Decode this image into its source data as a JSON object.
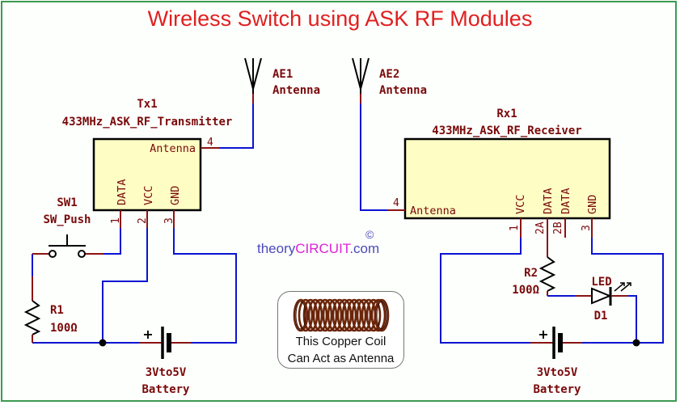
{
  "title": "Wireless Switch using ASK RF Modules",
  "colors": {
    "title": "#e02020",
    "wire": "#0a14d0",
    "lead": "#8a1414",
    "label": "#7a0a0a",
    "module_fill": "#fdfdc4",
    "frame": "#3c9a52",
    "watermark": "#4a4aba",
    "watermark_brand": "#e020d8"
  },
  "transmitter_side": {
    "antenna": {
      "ref": "AE1",
      "value": "Antenna"
    },
    "module": {
      "ref": "Tx1",
      "value": "433MHz_ASK_RF_Transmitter",
      "pins": [
        {
          "number": "4",
          "name": "Antenna"
        },
        {
          "number": "1",
          "name": "DATA"
        },
        {
          "number": "2",
          "name": "VCC"
        },
        {
          "number": "3",
          "name": "GND"
        }
      ]
    },
    "switch": {
      "ref": "SW1",
      "value": "SW_Push"
    },
    "resistor": {
      "ref": "R1",
      "value": "100Ω"
    },
    "battery": {
      "value": "3Vto5V",
      "label": "Battery",
      "polarity": "+"
    }
  },
  "receiver_side": {
    "antenna": {
      "ref": "AE2",
      "value": "Antenna"
    },
    "module": {
      "ref": "Rx1",
      "value": "433MHz_ASK_RF_Receiver",
      "pins": [
        {
          "number": "4",
          "name": "Antenna"
        },
        {
          "number": "1",
          "name": "VCC"
        },
        {
          "number": "2A",
          "name": "DATA"
        },
        {
          "number": "2B",
          "name": "DATA"
        },
        {
          "number": "3",
          "name": "GND"
        }
      ]
    },
    "resistor": {
      "ref": "R2",
      "value": "100Ω"
    },
    "led": {
      "ref": "D1",
      "value": "LED"
    },
    "battery": {
      "value": "3Vto5V",
      "label": "Battery",
      "polarity": "+"
    }
  },
  "watermark": {
    "prefix": "theory",
    "brand": "CIRCUIT",
    "suffix": ".com",
    "copyright": "©"
  },
  "note": {
    "line1": "This Copper Coil",
    "line2": "Can Act as Antenna"
  }
}
